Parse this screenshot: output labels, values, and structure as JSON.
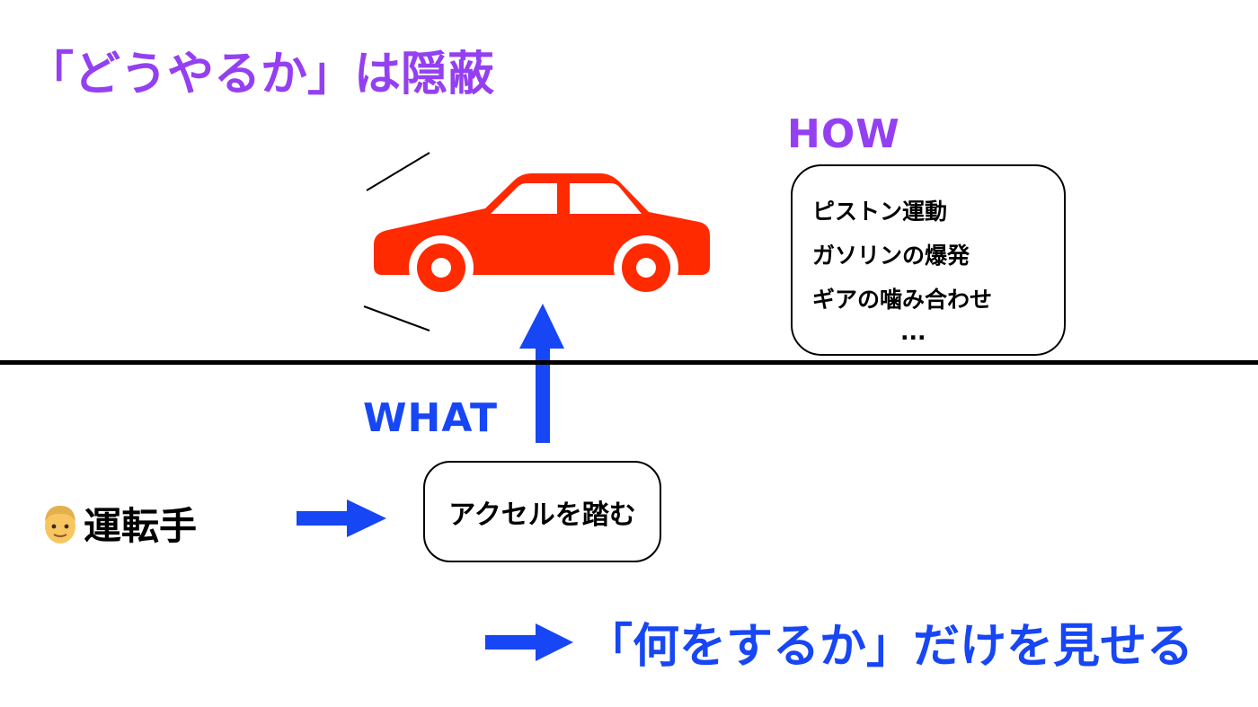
{
  "title": "「どうやるか」は隠蔽",
  "how": {
    "label": "HOW",
    "items": [
      "ピストン運動",
      "ガソリンの爆発",
      "ギアの噛み合わせ"
    ],
    "ellipsis": "..."
  },
  "what": {
    "label": "WHAT"
  },
  "action": {
    "label": "アクセルを踏む"
  },
  "driver": {
    "icon": "man-face-icon",
    "label": "運転手"
  },
  "conclusion": {
    "text": "「何をするか」だけを見せる"
  },
  "colors": {
    "purple": "#9440f2",
    "blue": "#1746f5",
    "car_red": "#ff2a00",
    "black": "#000000"
  }
}
